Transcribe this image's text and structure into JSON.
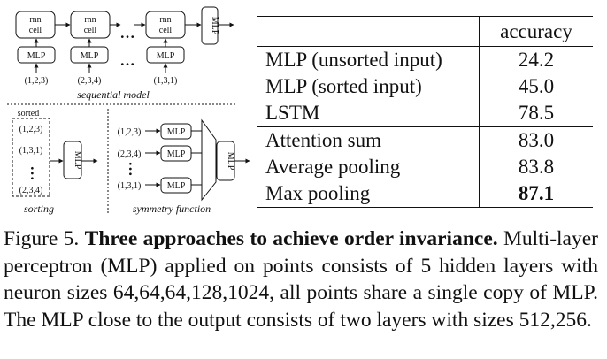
{
  "diagram": {
    "cell_line1": "rnn",
    "cell_line2": "cell",
    "mlp": "MLP",
    "ellipsis": "…",
    "seq_inputs": [
      "(1,2,3)",
      "(2,3,4)",
      "(1,3,1)"
    ],
    "seq_label": "sequential model",
    "sorted_label": "sorted",
    "sorted_inputs": [
      "(1,2,3)",
      "(1,3,1)",
      "(2,3,4)"
    ],
    "sorting_label": "sorting",
    "sym_inputs": [
      "(1,2,3)",
      "(2,3,4)",
      "(1,3,1)"
    ],
    "sym_label": "symmetry function"
  },
  "table": {
    "header": "accuracy",
    "rows": [
      {
        "method": "MLP (unsorted input)",
        "accuracy": "24.2"
      },
      {
        "method": "MLP (sorted input)",
        "accuracy": "45.0"
      },
      {
        "method": "LSTM",
        "accuracy": "78.5"
      },
      {
        "method": "Attention sum",
        "accuracy": "83.0"
      },
      {
        "method": "Average pooling",
        "accuracy": "83.8"
      },
      {
        "method": "Max pooling",
        "accuracy": "87.1"
      }
    ]
  },
  "caption": {
    "prefix": "Figure 5.",
    "title": "Three approaches to achieve order invariance.",
    "body": "Multi-layer perceptron (MLP) applied on points consists of 5 hidden layers with neuron sizes 64,64,64,128,1024, all points share a single copy of MLP. The MLP close to the output consists of two layers with sizes 512,256."
  }
}
